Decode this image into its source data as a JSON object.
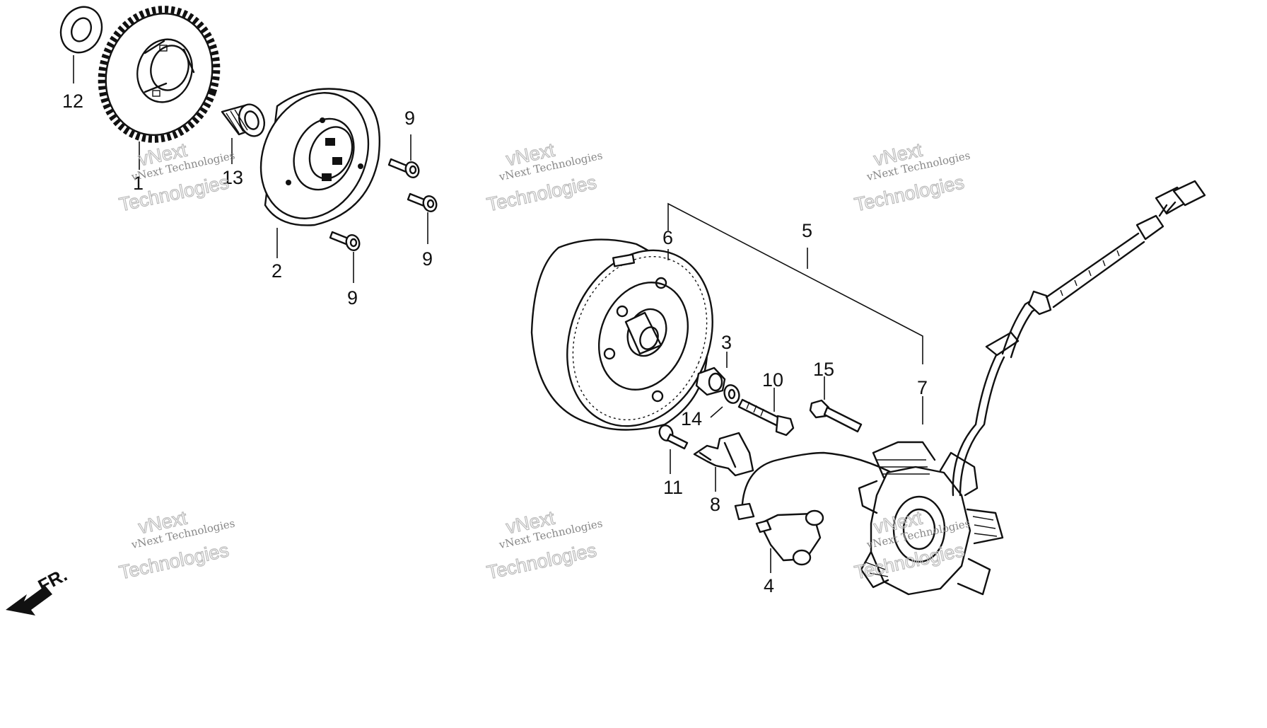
{
  "diagram": {
    "callouts": [
      {
        "id": "c1",
        "text": "1"
      },
      {
        "id": "c2",
        "text": "2"
      },
      {
        "id": "c3",
        "text": "3"
      },
      {
        "id": "c4",
        "text": "4"
      },
      {
        "id": "c5",
        "text": "5"
      },
      {
        "id": "c6",
        "text": "6"
      },
      {
        "id": "c7",
        "text": "7"
      },
      {
        "id": "c8",
        "text": "8"
      },
      {
        "id": "c9a",
        "text": "9"
      },
      {
        "id": "c9b",
        "text": "9"
      },
      {
        "id": "c9c",
        "text": "9"
      },
      {
        "id": "c10",
        "text": "10"
      },
      {
        "id": "c11",
        "text": "11"
      },
      {
        "id": "c12",
        "text": "12"
      },
      {
        "id": "c13",
        "text": "13"
      },
      {
        "id": "c14",
        "text": "14"
      },
      {
        "id": "c15",
        "text": "15"
      }
    ],
    "front_marker": "FR."
  },
  "watermark": {
    "line1": "vNext",
    "line2": "vNext Technologies",
    "line3": "Technologies"
  }
}
